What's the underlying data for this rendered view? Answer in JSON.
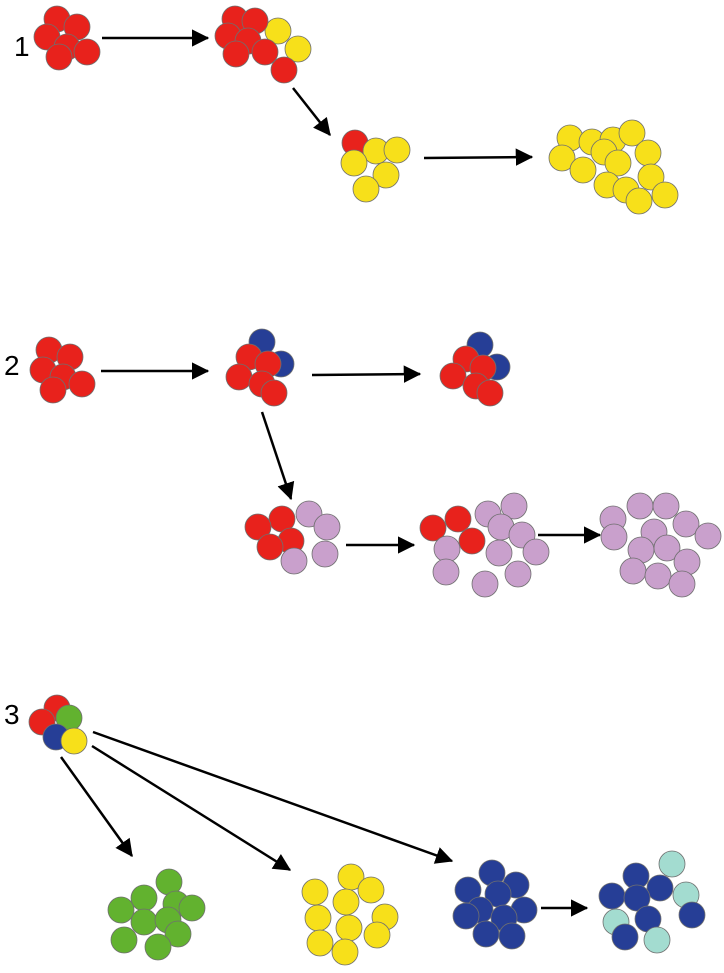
{
  "panels": [
    {
      "label": "1"
    },
    {
      "label": "2"
    },
    {
      "label": "3"
    }
  ],
  "palette": {
    "red": "#e8221c",
    "yellow": "#f7e01a",
    "blue": "#263e96",
    "lilac": "#c9a0cc",
    "green": "#62b22f",
    "teal": "#a3dcd0",
    "outline": "#6f6f6f",
    "arrow": "#000000"
  },
  "clusters": [
    {
      "name": "p1-red-cluster",
      "colors": [
        "red",
        "red",
        "red",
        "red",
        "red",
        "red"
      ]
    },
    {
      "name": "p1-red-yellow-cluster",
      "colors": [
        "red",
        "yellow",
        "red",
        "red",
        "yellow",
        "red",
        "red",
        "red",
        "red"
      ]
    },
    {
      "name": "p1-mostly-yellow-cluster",
      "colors": [
        "red",
        "yellow",
        "yellow",
        "yellow",
        "yellow",
        "yellow",
        "yellow"
      ]
    },
    {
      "name": "p1-yellow-cluster",
      "colors": [
        "yellow",
        "yellow",
        "yellow",
        "yellow",
        "yellow",
        "yellow",
        "yellow",
        "yellow",
        "yellow",
        "yellow",
        "yellow",
        "yellow",
        "yellow",
        "yellow"
      ]
    },
    {
      "name": "p2-red-cluster",
      "colors": [
        "red",
        "red",
        "red",
        "red",
        "red",
        "red"
      ]
    },
    {
      "name": "p2-red-blue-cluster",
      "colors": [
        "blue",
        "blue",
        "red",
        "red",
        "red",
        "red",
        "red"
      ]
    },
    {
      "name": "p2-red-blue-cluster-2",
      "colors": [
        "blue",
        "blue",
        "red",
        "red",
        "red",
        "red",
        "red"
      ]
    },
    {
      "name": "p2-red-lilac-cluster",
      "colors": [
        "lilac",
        "red",
        "red",
        "lilac",
        "red",
        "red",
        "lilac",
        "lilac"
      ]
    },
    {
      "name": "p2-red-lilac-cluster-2",
      "colors": [
        "lilac",
        "lilac",
        "red",
        "red",
        "lilac",
        "lilac",
        "red",
        "lilac",
        "lilac",
        "lilac",
        "lilac",
        "lilac",
        "lilac"
      ]
    },
    {
      "name": "p2-lilac-cluster",
      "colors": [
        "lilac",
        "lilac",
        "lilac",
        "lilac",
        "lilac",
        "lilac",
        "lilac",
        "lilac",
        "lilac",
        "lilac",
        "lilac",
        "lilac",
        "lilac"
      ]
    },
    {
      "name": "p3-mixed-cluster",
      "colors": [
        "red",
        "red",
        "green",
        "blue",
        "yellow"
      ]
    },
    {
      "name": "p3-green-cluster",
      "colors": [
        "green",
        "green",
        "green",
        "green",
        "green",
        "green",
        "green",
        "green",
        "green",
        "green"
      ]
    },
    {
      "name": "p3-yellow-cluster",
      "colors": [
        "yellow",
        "yellow",
        "yellow",
        "yellow",
        "yellow",
        "yellow",
        "yellow",
        "yellow",
        "yellow",
        "yellow"
      ]
    },
    {
      "name": "p3-blue-cluster",
      "colors": [
        "blue",
        "blue",
        "blue",
        "blue",
        "blue",
        "blue",
        "blue",
        "blue",
        "blue",
        "blue"
      ]
    },
    {
      "name": "p3-blue-teal-cluster",
      "colors": [
        "teal",
        "blue",
        "blue",
        "teal",
        "blue",
        "blue",
        "teal",
        "blue",
        "blue",
        "blue",
        "teal"
      ]
    }
  ]
}
